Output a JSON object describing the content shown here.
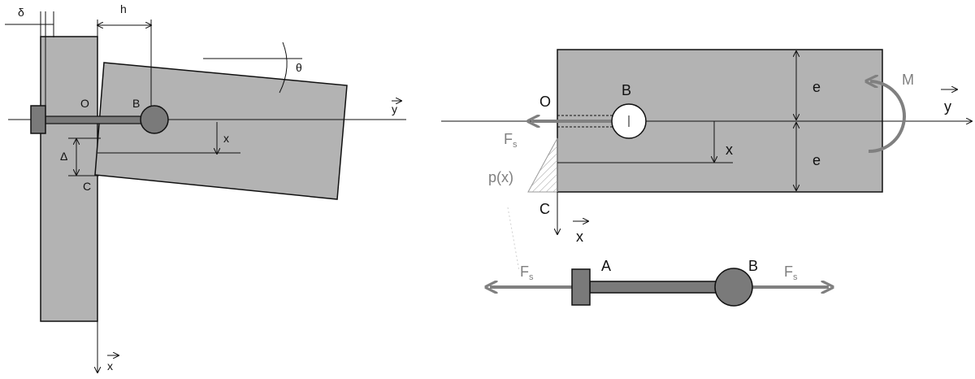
{
  "left_figure": {
    "labels": {
      "delta": "δ",
      "h": "h",
      "theta": "θ",
      "O": "O",
      "B": "B",
      "y_axis": "y",
      "x_inner": "x",
      "Delta": "Δ",
      "C": "C",
      "x_axis": "x"
    }
  },
  "right_figure": {
    "labels": {
      "O": "O",
      "B": "B",
      "M": "M",
      "y_axis": "y",
      "e_top": "e",
      "e_bottom": "e",
      "x_inner": "x",
      "Fs_main": "F",
      "Fs_main_sub": "s",
      "p_of_x": "p(x)",
      "C": "C",
      "x_axis": "x"
    }
  },
  "bolt_figure": {
    "labels": {
      "A": "A",
      "B": "B",
      "Fs_left": "F",
      "Fs_left_sub": "s",
      "Fs_right": "F",
      "Fs_right_sub": "s"
    }
  },
  "colors": {
    "plate_fill": "#b3b3b3",
    "bolt_fill": "#7a7a7a",
    "force_arrow": "#808080",
    "line": "#111111"
  }
}
